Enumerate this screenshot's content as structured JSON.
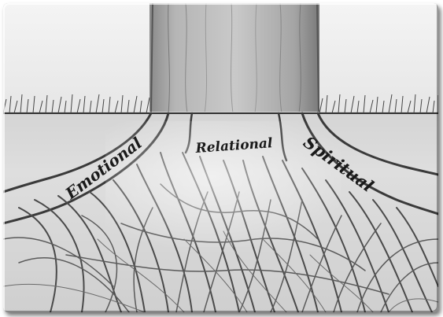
{
  "labels": {
    "emotional": "Emotional",
    "relational": "Relational",
    "spiritual": "Spiritual"
  },
  "colors": {
    "ink": "#1a1a1a",
    "paper": "#ececec",
    "root_shade": "#4a4a4a"
  }
}
